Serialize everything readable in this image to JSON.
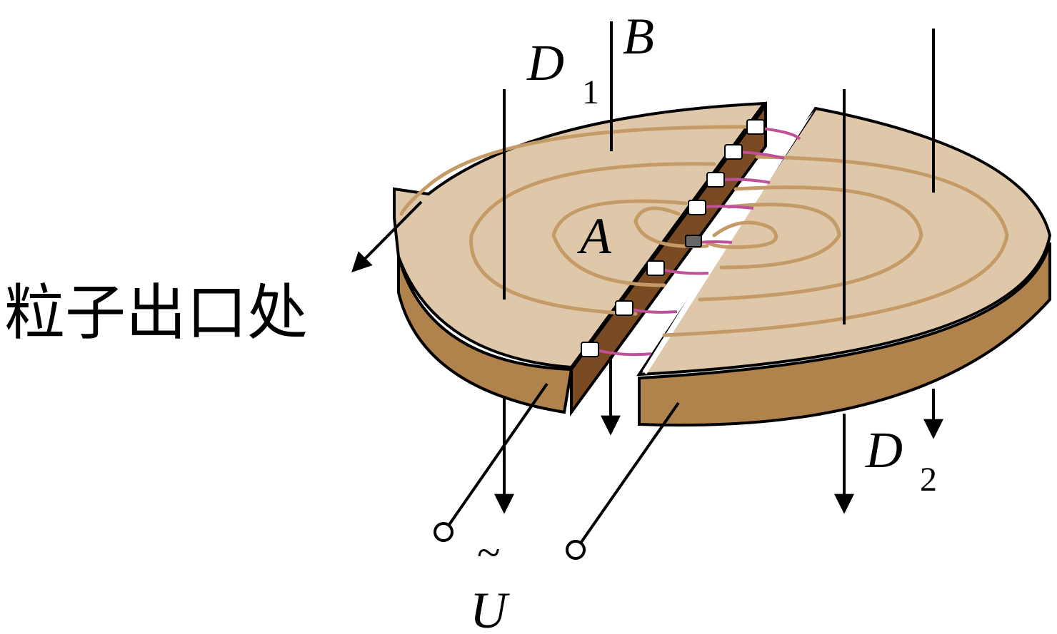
{
  "labels": {
    "D1": {
      "main": "D",
      "sub": "1"
    },
    "D2": {
      "main": "D",
      "sub": "2"
    },
    "B": "B",
    "A": "A",
    "exit": "粒子出口处",
    "tilde": "~",
    "U": "U"
  },
  "colors": {
    "top_face": "#dfc8a9",
    "side_face": "#b0834d",
    "gap_wall": "#7a4a22",
    "spiral": "#c49a67",
    "wire": "#c0509a",
    "outline": "#000000"
  }
}
